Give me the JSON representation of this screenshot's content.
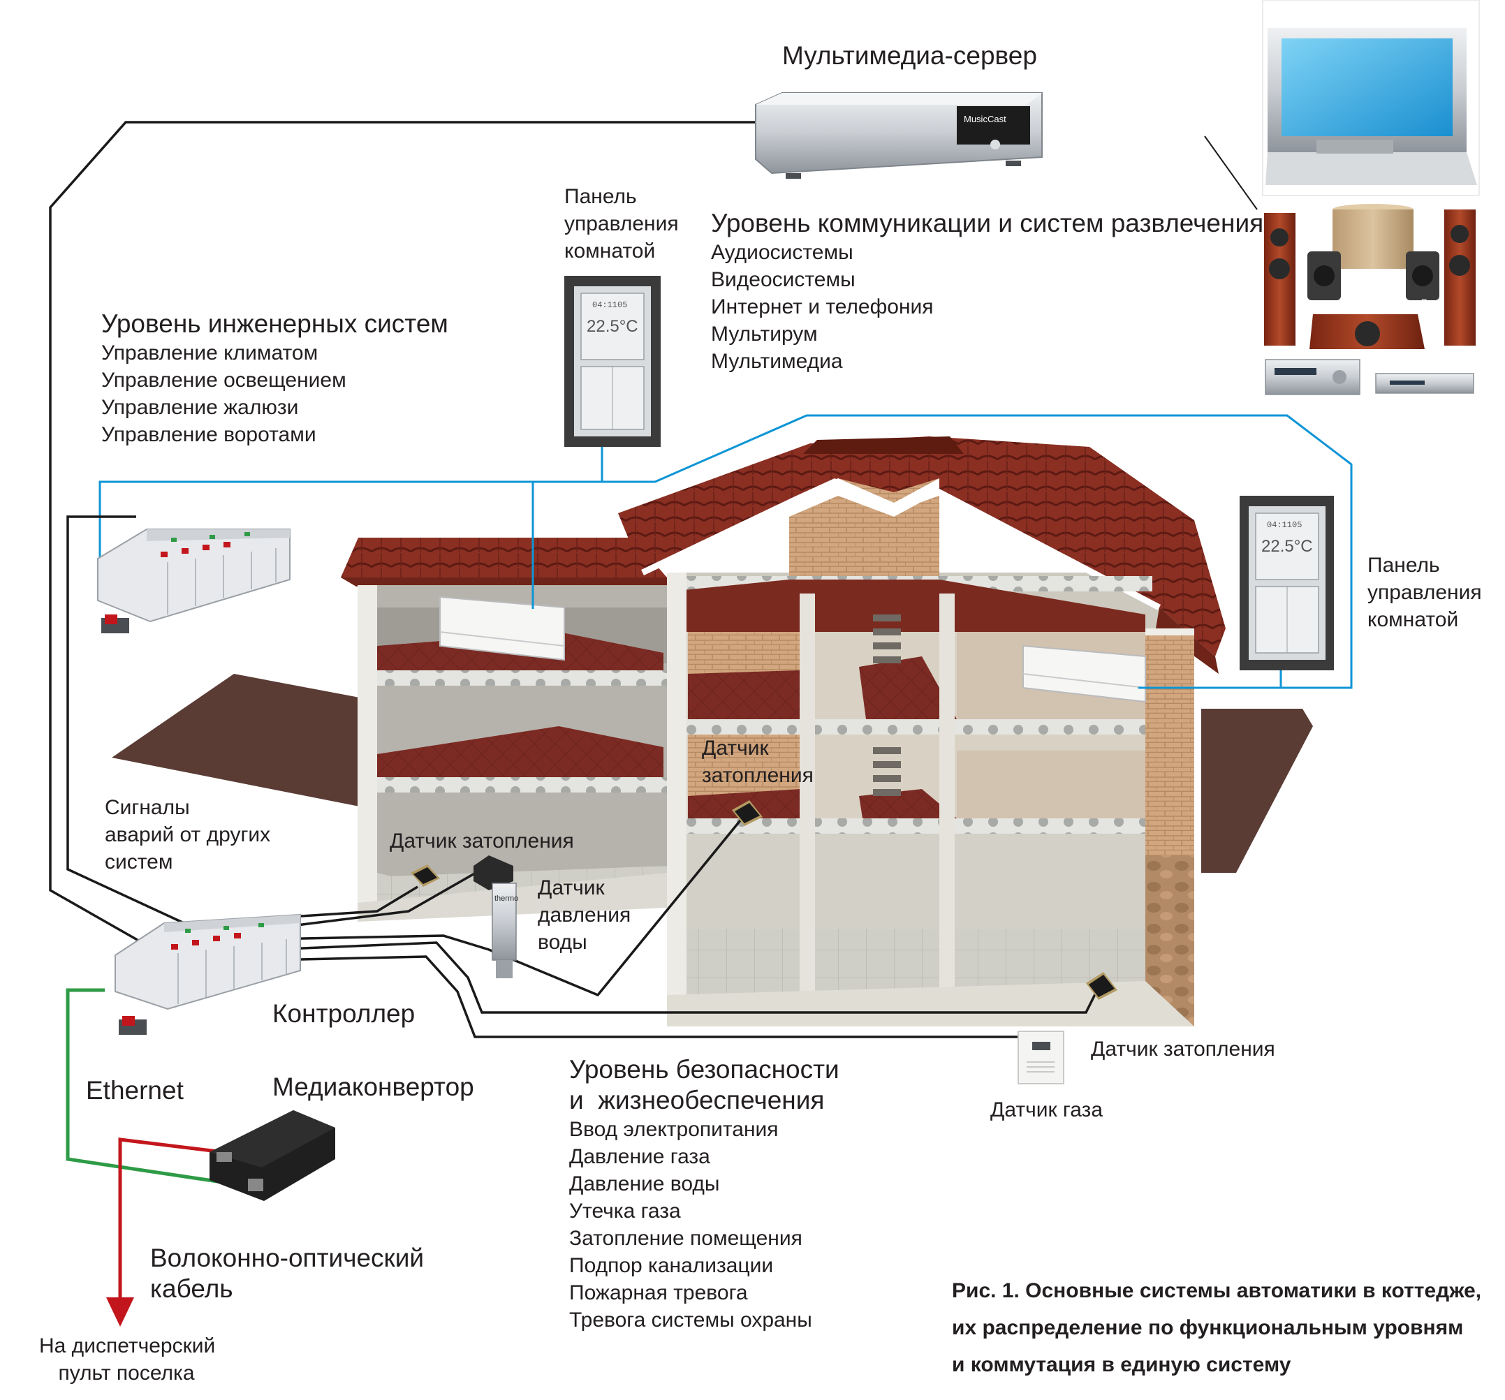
{
  "labels": {
    "multimedia_server": "Мультимедиа-сервер",
    "room_panel_top": [
      "Панель",
      "управления",
      "комнатой"
    ],
    "room_panel_right": [
      "Панель",
      "управления",
      "комнатой"
    ],
    "comm_level": {
      "title": "Уровень коммуникации и систем развлечения",
      "items": [
        "Аудиосистемы",
        "Видеосистемы",
        "Интернет и телефония",
        "Мультирум",
        "Мультимедиа"
      ]
    },
    "eng_level": {
      "title": "Уровень инженерных систем",
      "items": [
        "Управление климатом",
        "Управление освещением",
        "Управление жалюзи",
        "Управление воротами"
      ]
    },
    "alarm_signals": [
      "Сигналы",
      "аварий от других",
      "систем"
    ],
    "flood_sensor_mid": [
      "Датчик",
      "затопления"
    ],
    "flood_sensor_left": "Датчик затопления",
    "water_pressure_sensor": [
      "Датчик",
      "давления",
      "воды"
    ],
    "controller": "Контроллер",
    "ethernet": "Ethernet",
    "media_converter": "Медиаконвертор",
    "fiber_cable": [
      "Волоконно-оптический",
      "кабель"
    ],
    "dispatch": [
      "На диспетчерский",
      "пульт поселка"
    ],
    "security_level": {
      "title": [
        "Уровень безопасности",
        "и  жизнеобеспечения"
      ],
      "items": [
        "Ввод электропитания",
        "Давление газа",
        "Давление воды",
        "Утечка газа",
        "Затопление помещения",
        "Подпор канализации",
        "Пожарная тревога",
        "Тревога системы охраны"
      ]
    },
    "flood_sensor_right": "Датчик затопления",
    "gas_sensor": "Датчик газа",
    "caption": [
      "Рис. 1. Основные системы автоматики в коттедже,",
      "их распределение по функциональным уровням",
      "и коммутация в единую систему"
    ]
  },
  "device_text": {
    "panel_display_time": "04:1105",
    "panel_display_temp": "22.5°C",
    "server_brand": "MusicCast",
    "speaker_watermark": "&Video.Ru",
    "pressure_sensor_brand": "thermo"
  },
  "colors": {
    "bus_line": "#0d95d6",
    "black_line": "#1a1a1a",
    "ethernet_line": "#2e9b46",
    "fiber_line": "#c3161c",
    "roof": "#8a2e22",
    "floor": "#7c2b24"
  },
  "icons": [
    "multimedia-server-icon",
    "tv-icon",
    "speakers-icon",
    "av-receiver-icon",
    "dvd-player-icon",
    "room-panel-icon",
    "air-conditioner-icon",
    "controller-icon",
    "flood-sensor-icon",
    "water-pressure-sensor-icon",
    "media-converter-icon",
    "gas-sensor-icon",
    "house-cutaway-icon",
    "arrow-down-icon"
  ]
}
